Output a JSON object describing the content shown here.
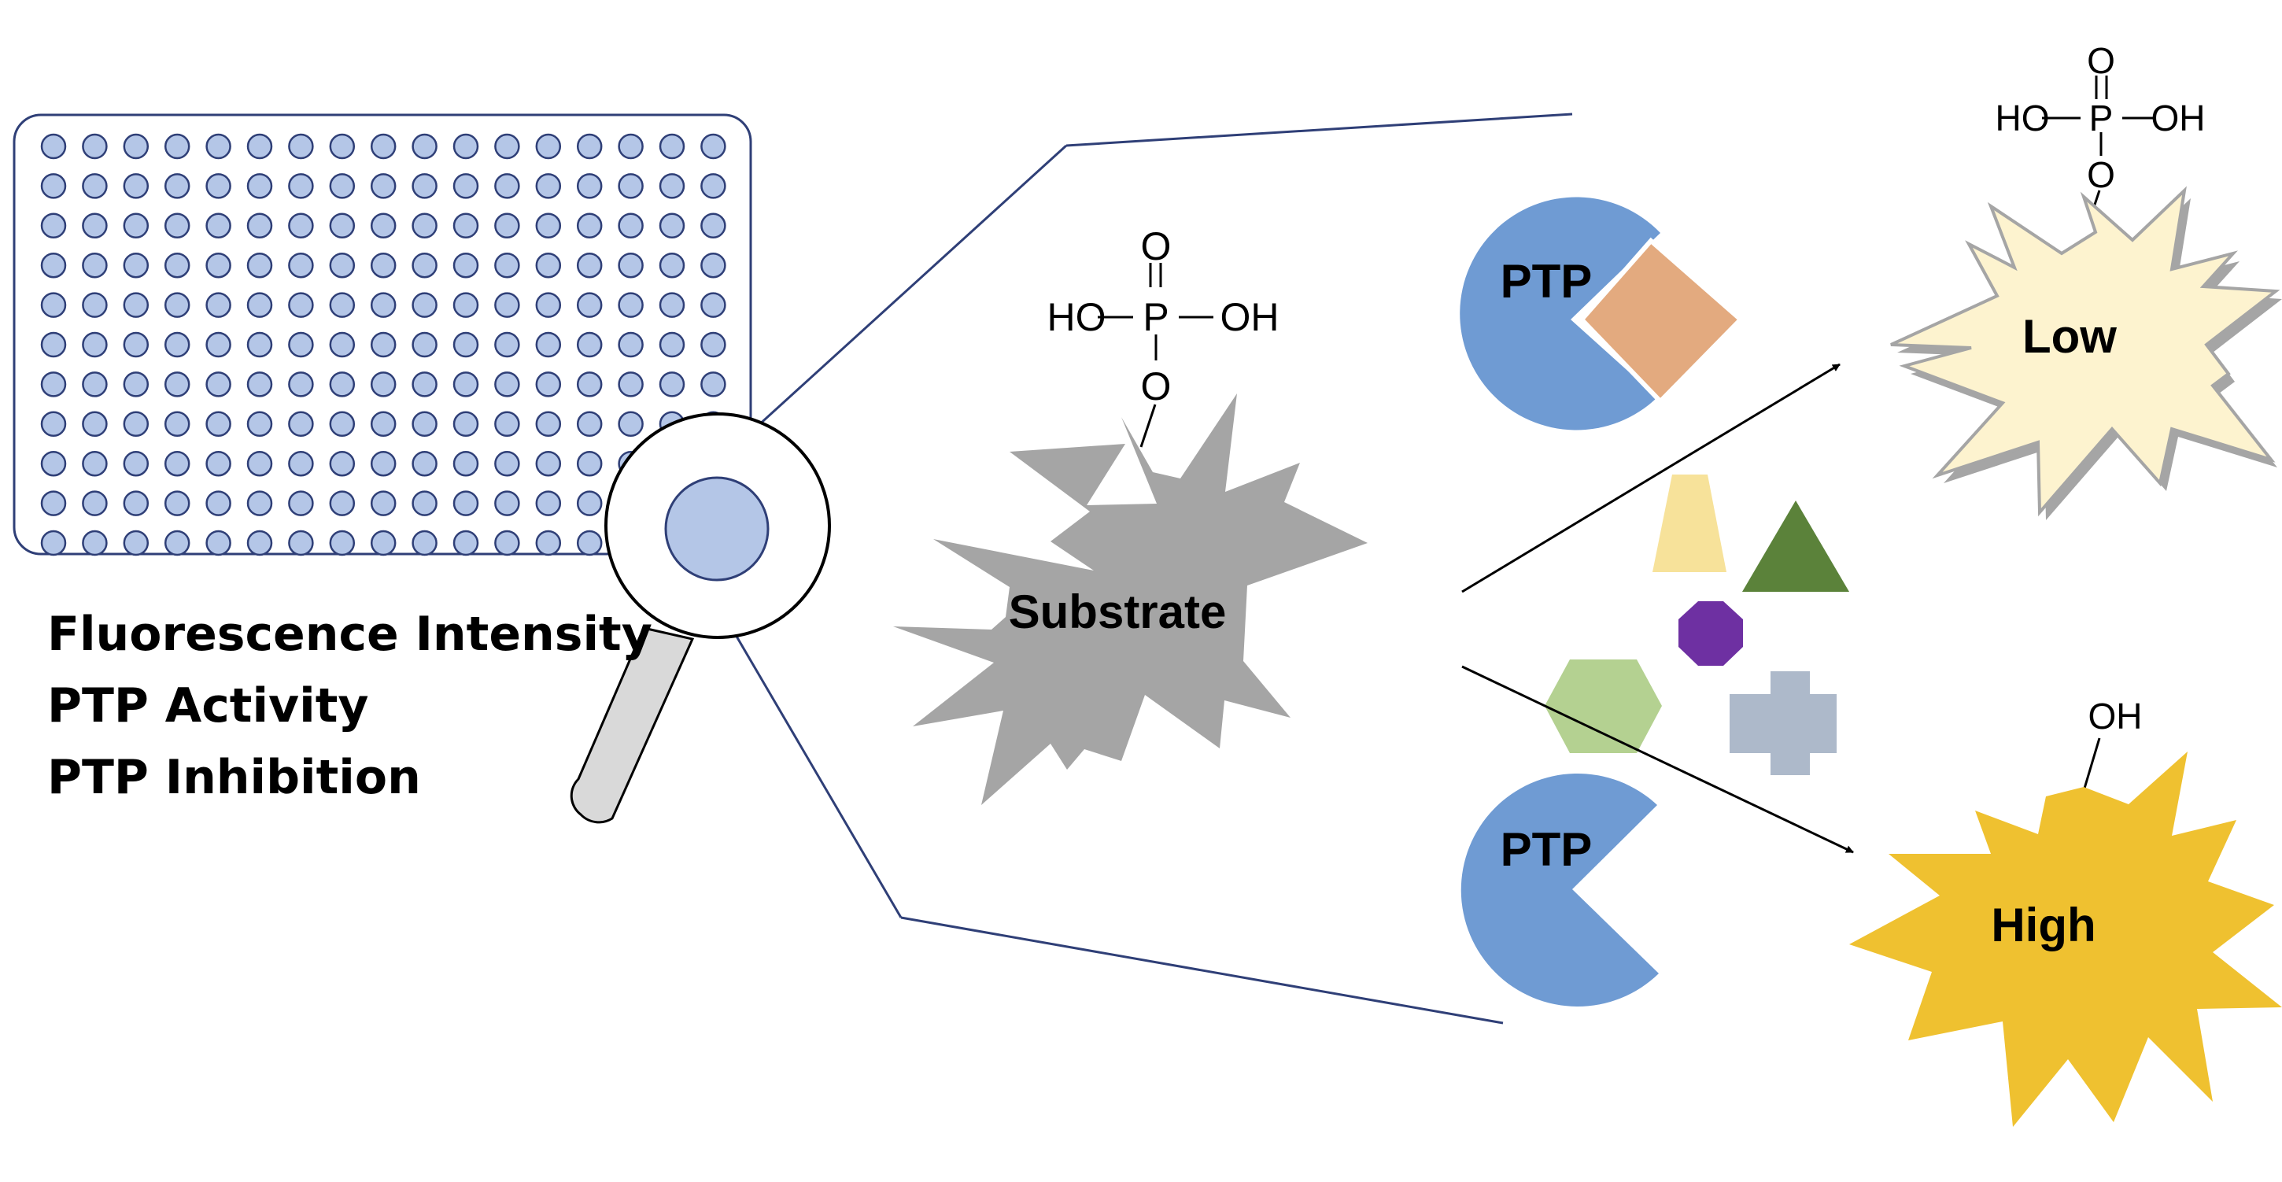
{
  "labels": {
    "fluorescence_intensity": "Fluorescence Intensity",
    "ptp_activity": "PTP Activity",
    "ptp_inhibition": "PTP Inhibition",
    "substrate": "Substrate",
    "ptp_top": "PTP",
    "ptp_bottom": "PTP",
    "low": "Low",
    "high": "High"
  },
  "phosphate_groups": {
    "substrate": {
      "top_o": "O",
      "p": "P",
      "left_ho": "HO",
      "right_oh": "OH",
      "bottom_o": "O"
    },
    "low": {
      "top_o": "O",
      "p": "P",
      "left_ho": "HO",
      "right_oh": "OH",
      "bottom_o": "O"
    }
  },
  "hydroxyl_group": {
    "oh": "OH"
  },
  "plate": {
    "rows": 11,
    "columns": 17
  },
  "colors": {
    "plate_border": "#2f3f77",
    "well_fill": "#b4c6e7",
    "well_stroke": "#2f3f77",
    "ptp_blue": "#6f9bd3",
    "substrate_gray": "#a5a5a5",
    "low_star": "#fdf3cf",
    "high_star": "#efc130",
    "diamond": "#e3aa7f",
    "trapezoid": "#f7e29a",
    "triangle": "#5b823a",
    "hexagon": "#b4d191",
    "octagon": "#6e30a2",
    "cross": "#adb9ca",
    "handle": "#d9d9d9"
  }
}
